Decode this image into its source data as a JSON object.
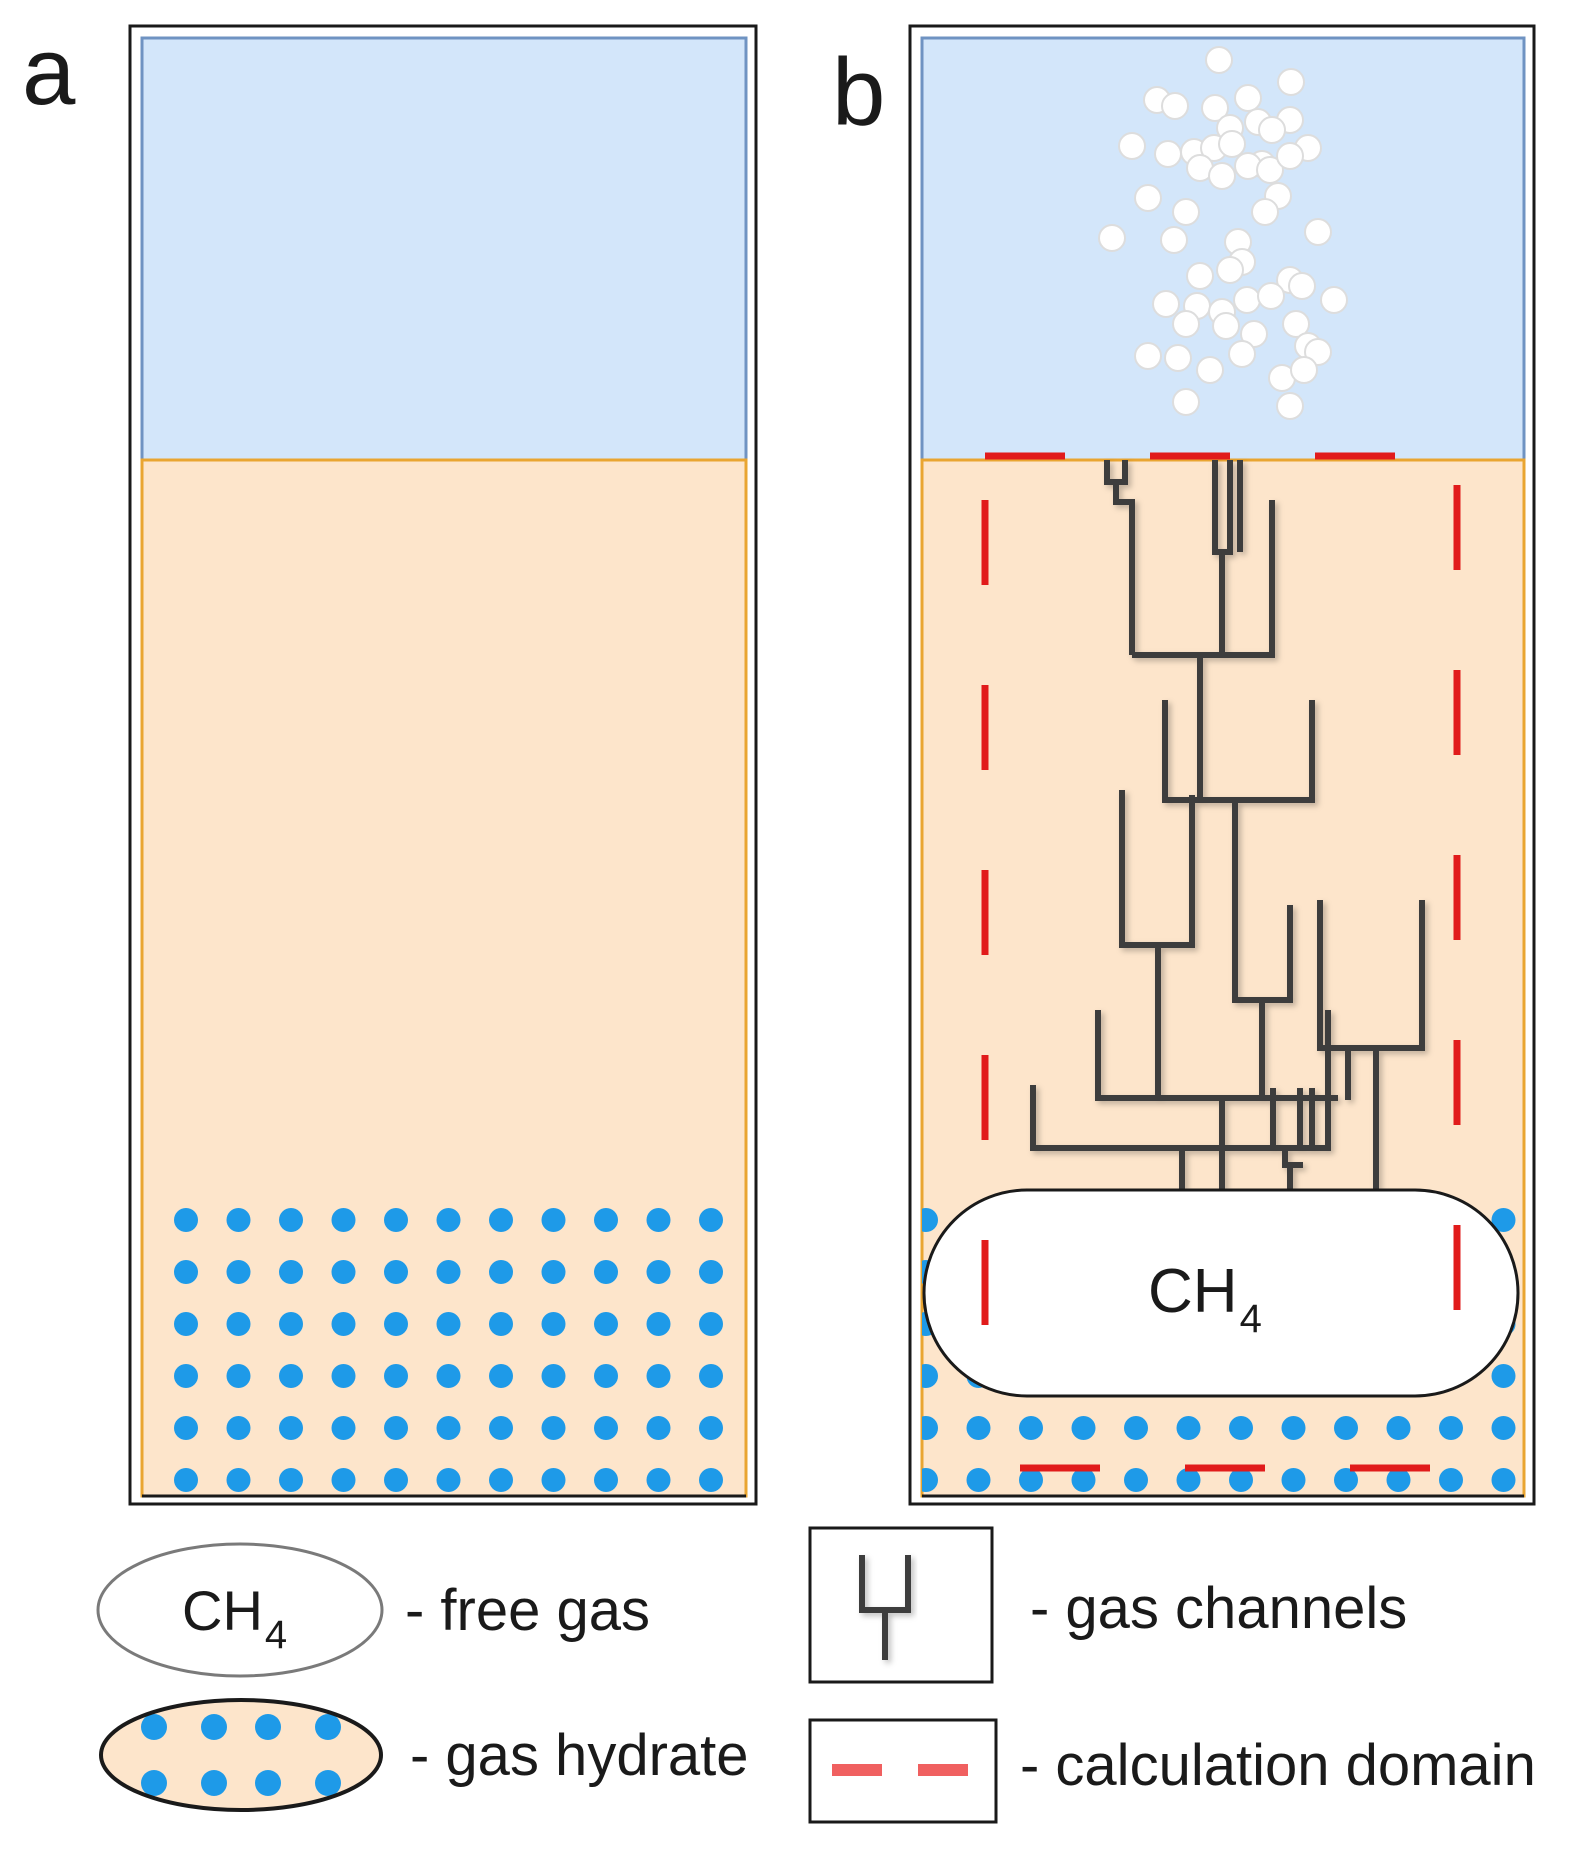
{
  "panels": {
    "a": {
      "label": "a"
    },
    "b": {
      "label": "b"
    }
  },
  "free_gas_pocket": {
    "formula": "CH",
    "subscript": "4"
  },
  "legend": {
    "free_gas": {
      "formula": "CH",
      "subscript": "4",
      "label": "- free gas"
    },
    "gas_hydrate": {
      "label": "- gas hydrate"
    },
    "gas_channels": {
      "label": "- gas channels"
    },
    "calculation_domain": {
      "label": "- calculation domain"
    }
  },
  "colors": {
    "water": "#d3e6fa",
    "water_border": "#6f93c2",
    "sediment": "#fde5cb",
    "sediment_border": "#e9a531",
    "hydrate_dots": "#1e9ae8",
    "channels": "#3d3d3d",
    "calculation_domain": "#e11b1b",
    "legend_dash": "#f06060",
    "bubbles": "#dddddd",
    "frame": "#1a1a1a"
  }
}
